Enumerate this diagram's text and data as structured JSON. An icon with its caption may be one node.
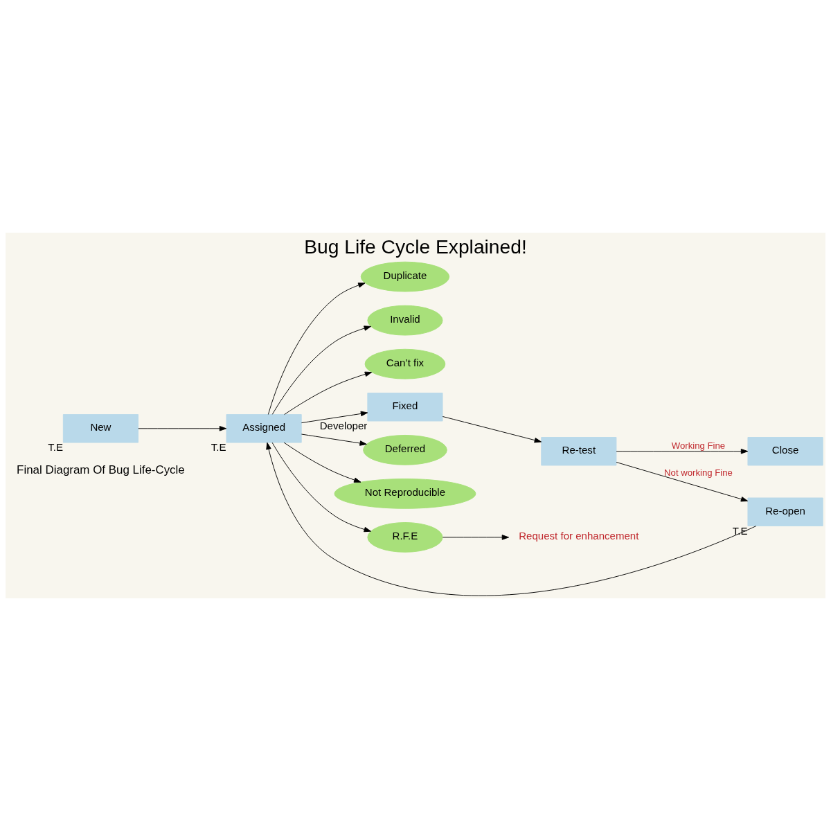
{
  "diagram": {
    "title": "Bug Life Cycle Explained!",
    "nodes": [
      {
        "text": [
          "New"
        ],
        "beside": [
          "T.E"
        ]
      },
      {
        "text": [
          "Assigned"
        ],
        "beside": [
          "T.E"
        ]
      },
      {
        "text": [
          "Duplicate"
        ]
      },
      {
        "text": [
          "Invalid"
        ]
      },
      {
        "text": [
          "Can’t fix"
        ]
      },
      {
        "text": [
          "Fixed"
        ],
        "beside": [
          "Developer"
        ]
      },
      {
        "text": [
          "Close"
        ]
      },
      {
        "text": [
          "Re-test"
        ]
      },
      {
        "text": [
          "Re-open"
        ],
        "beside": [
          "T.E"
        ]
      },
      {
        "text": [
          "Deferred"
        ]
      },
      {
        "text": [
          "Not Reproducible"
        ]
      },
      {
        "text": [
          "R.F.E"
        ]
      },
      {
        "text": [
          "Request for enhancement"
        ]
      }
    ],
    "edges": [
      {
        "from": 0,
        "to": 1,
        "arrow": "to"
      },
      {
        "from": 1,
        "to": 2,
        "arrow": "to"
      },
      {
        "from": 1,
        "to": 3,
        "arrow": "to"
      },
      {
        "from": 1,
        "to": 4,
        "arrow": "to"
      },
      {
        "from": 1,
        "to": 5,
        "arrow": "to"
      },
      {
        "from": 1,
        "to": 9,
        "arrow": "to"
      },
      {
        "from": 1,
        "to": 10,
        "arrow": "to"
      },
      {
        "from": 1,
        "to": 11,
        "arrow": "to"
      },
      {
        "from": 5,
        "to": 7,
        "arrow": "to"
      },
      {
        "from": 7,
        "to": 6,
        "arrow": "to",
        "label": "Working Fine"
      },
      {
        "from": 7,
        "to": 8,
        "arrow": "to",
        "label": "Not working Fine"
      },
      {
        "from": 8,
        "to": 1,
        "arrow": "to"
      },
      {
        "from": 11,
        "to": 12,
        "arrow": "to"
      }
    ],
    "labels": [
      "Final Diagram Of Bug Life-Cycle"
    ]
  }
}
